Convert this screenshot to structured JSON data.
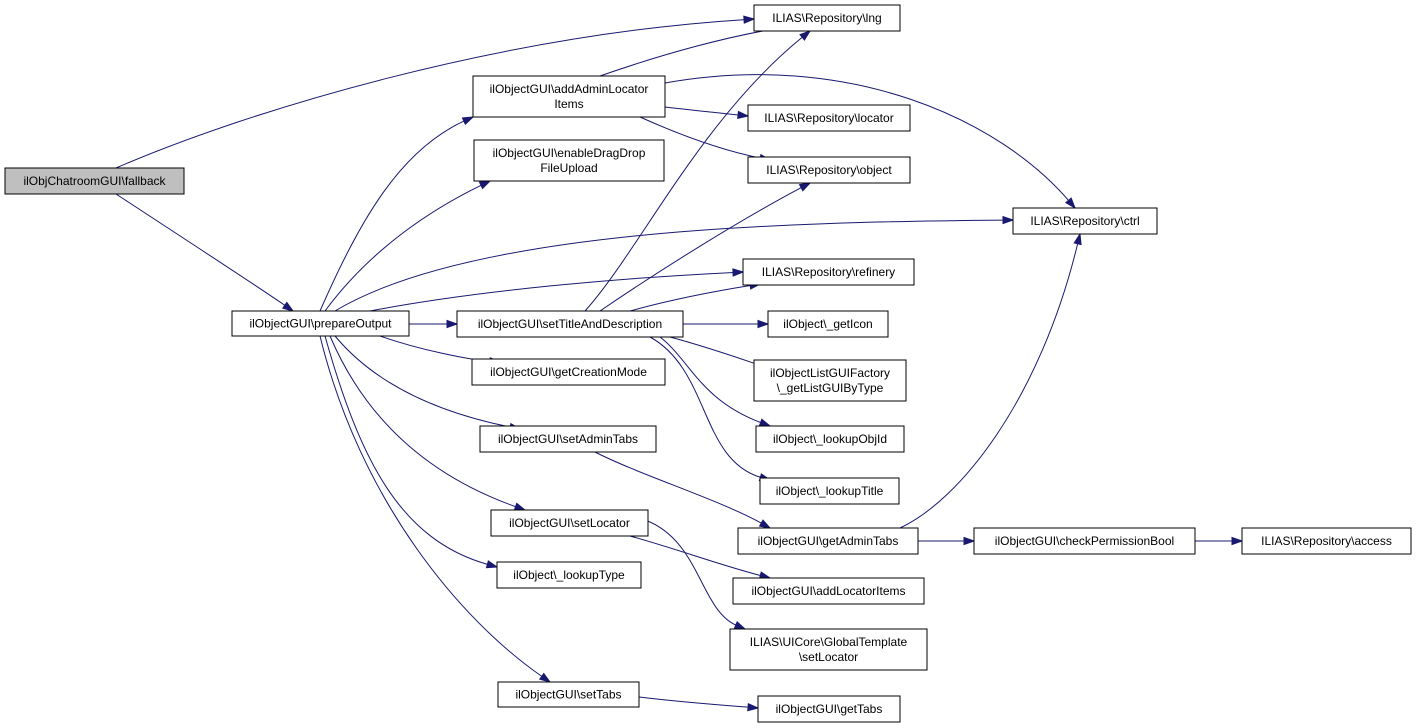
{
  "diagram": {
    "type": "call-graph",
    "root": "fallback",
    "nodes": [
      {
        "id": "fallback",
        "lines": [
          "ilObjChatroomGUI\\fallback"
        ],
        "root": true
      },
      {
        "id": "prepareOutput",
        "lines": [
          "ilObjectGUI\\prepareOutput"
        ]
      },
      {
        "id": "lng",
        "lines": [
          "ILIAS\\Repository\\lng"
        ]
      },
      {
        "id": "addAdminLocatorItems",
        "lines": [
          "ilObjectGUI\\addAdminLocator",
          "Items"
        ]
      },
      {
        "id": "enableDragDropFileUpload",
        "lines": [
          "ilObjectGUI\\enableDragDrop",
          "FileUpload"
        ]
      },
      {
        "id": "locator",
        "lines": [
          "ILIAS\\Repository\\locator"
        ]
      },
      {
        "id": "object",
        "lines": [
          "ILIAS\\Repository\\object"
        ]
      },
      {
        "id": "ctrl",
        "lines": [
          "ILIAS\\Repository\\ctrl"
        ]
      },
      {
        "id": "refinery",
        "lines": [
          "ILIAS\\Repository\\refinery"
        ]
      },
      {
        "id": "setTitleAndDescription",
        "lines": [
          "ilObjectGUI\\setTitleAndDescription"
        ]
      },
      {
        "id": "getIcon",
        "lines": [
          "ilObject\\_getIcon"
        ]
      },
      {
        "id": "getCreationMode",
        "lines": [
          "ilObjectGUI\\getCreationMode"
        ]
      },
      {
        "id": "getListGUIByType",
        "lines": [
          "ilObjectListGUIFactory",
          "\\_getListGUIByType"
        ]
      },
      {
        "id": "setAdminTabs",
        "lines": [
          "ilObjectGUI\\setAdminTabs"
        ]
      },
      {
        "id": "lookupObjId",
        "lines": [
          "ilObject\\_lookupObjId"
        ]
      },
      {
        "id": "lookupTitle",
        "lines": [
          "ilObject\\_lookupTitle"
        ]
      },
      {
        "id": "setLocator",
        "lines": [
          "ilObjectGUI\\setLocator"
        ]
      },
      {
        "id": "getAdminTabs",
        "lines": [
          "ilObjectGUI\\getAdminTabs"
        ]
      },
      {
        "id": "checkPermissionBool",
        "lines": [
          "ilObjectGUI\\checkPermissionBool"
        ]
      },
      {
        "id": "access",
        "lines": [
          "ILIAS\\Repository\\access"
        ]
      },
      {
        "id": "lookupType",
        "lines": [
          "ilObject\\_lookupType"
        ]
      },
      {
        "id": "addLocatorItems",
        "lines": [
          "ilObjectGUI\\addLocatorItems"
        ]
      },
      {
        "id": "globalTemplateSetLocator",
        "lines": [
          "ILIAS\\UICore\\GlobalTemplate",
          "\\setLocator"
        ]
      },
      {
        "id": "setTabs",
        "lines": [
          "ilObjectGUI\\setTabs"
        ]
      },
      {
        "id": "getTabs",
        "lines": [
          "ilObjectGUI\\getTabs"
        ]
      }
    ],
    "edges": [
      {
        "from": "fallback",
        "to": "lng"
      },
      {
        "from": "fallback",
        "to": "prepareOutput"
      },
      {
        "from": "prepareOutput",
        "to": "addAdminLocatorItems"
      },
      {
        "from": "prepareOutput",
        "to": "enableDragDropFileUpload"
      },
      {
        "from": "prepareOutput",
        "to": "ctrl"
      },
      {
        "from": "prepareOutput",
        "to": "refinery"
      },
      {
        "from": "prepareOutput",
        "to": "setTitleAndDescription"
      },
      {
        "from": "prepareOutput",
        "to": "getCreationMode"
      },
      {
        "from": "prepareOutput",
        "to": "setAdminTabs"
      },
      {
        "from": "prepareOutput",
        "to": "setLocator"
      },
      {
        "from": "prepareOutput",
        "to": "lookupType"
      },
      {
        "from": "prepareOutput",
        "to": "setTabs"
      },
      {
        "from": "addAdminLocatorItems",
        "to": "lng"
      },
      {
        "from": "addAdminLocatorItems",
        "to": "locator"
      },
      {
        "from": "addAdminLocatorItems",
        "to": "object"
      },
      {
        "from": "addAdminLocatorItems",
        "to": "ctrl"
      },
      {
        "from": "setTitleAndDescription",
        "to": "lng"
      },
      {
        "from": "setTitleAndDescription",
        "to": "object"
      },
      {
        "from": "setTitleAndDescription",
        "to": "refinery"
      },
      {
        "from": "setTitleAndDescription",
        "to": "getIcon"
      },
      {
        "from": "setTitleAndDescription",
        "to": "getListGUIByType"
      },
      {
        "from": "setTitleAndDescription",
        "to": "lookupObjId"
      },
      {
        "from": "setTitleAndDescription",
        "to": "lookupTitle"
      },
      {
        "from": "setAdminTabs",
        "to": "getAdminTabs"
      },
      {
        "from": "getAdminTabs",
        "to": "ctrl"
      },
      {
        "from": "getAdminTabs",
        "to": "checkPermissionBool"
      },
      {
        "from": "checkPermissionBool",
        "to": "access"
      },
      {
        "from": "setLocator",
        "to": "addLocatorItems"
      },
      {
        "from": "setLocator",
        "to": "globalTemplateSetLocator"
      },
      {
        "from": "setTabs",
        "to": "getTabs"
      }
    ]
  }
}
